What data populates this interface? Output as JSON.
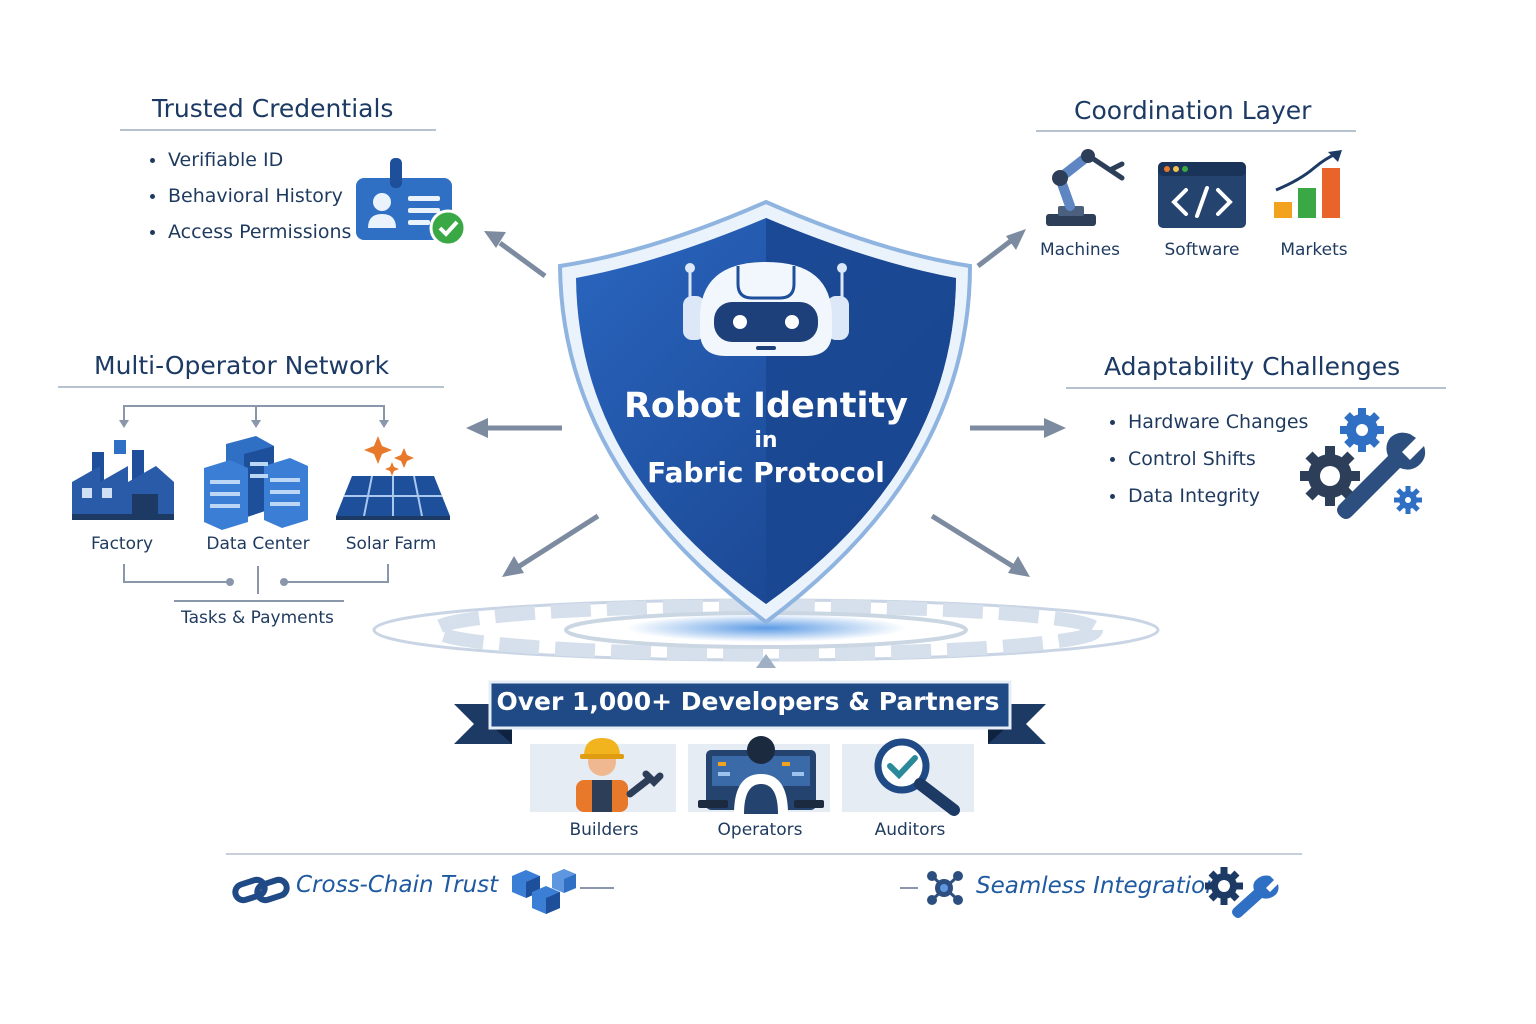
{
  "center": {
    "title": "Robot Identity",
    "connector": "in",
    "subtitle": "Fabric Protocol"
  },
  "trusted_credentials": {
    "title": "Trusted Credentials",
    "items": [
      "Verifiable ID",
      "Behavioral History",
      "Access Permissions"
    ],
    "icon": "id-card-check-icon"
  },
  "coordination_layer": {
    "title": "Coordination Layer",
    "items": [
      {
        "label": "Machines",
        "icon": "robot-arm-icon"
      },
      {
        "label": "Software",
        "icon": "code-window-icon"
      },
      {
        "label": "Markets",
        "icon": "growth-chart-icon"
      }
    ]
  },
  "multi_operator": {
    "title": "Multi-Operator Network",
    "nodes": [
      {
        "label": "Factory",
        "icon": "factory-icon"
      },
      {
        "label": "Data Center",
        "icon": "data-center-icon"
      },
      {
        "label": "Solar Farm",
        "icon": "solar-panel-icon"
      }
    ],
    "footer": "Tasks & Payments"
  },
  "adaptability": {
    "title": "Adaptability Challenges",
    "items": [
      "Hardware Changes",
      "Control Shifts",
      "Data Integrity"
    ],
    "icon": "gears-wrench-icon"
  },
  "banner": {
    "text": "Over 1,000+ Developers & Partners"
  },
  "roles": [
    {
      "label": "Builders",
      "icon": "builder-icon"
    },
    {
      "label": "Operators",
      "icon": "operator-icon"
    },
    {
      "label": "Auditors",
      "icon": "auditor-magnifier-icon"
    }
  ],
  "footer": {
    "left": "Cross-Chain Trust",
    "right": "Seamless Integration"
  },
  "colors": {
    "navy": "#1c3a64",
    "shield_blue": "#1d4f9a",
    "accent_blue": "#2f6fc4",
    "gray_arrow": "#7d8ba0",
    "green_check": "#3aa845",
    "orange": "#e8782a"
  }
}
